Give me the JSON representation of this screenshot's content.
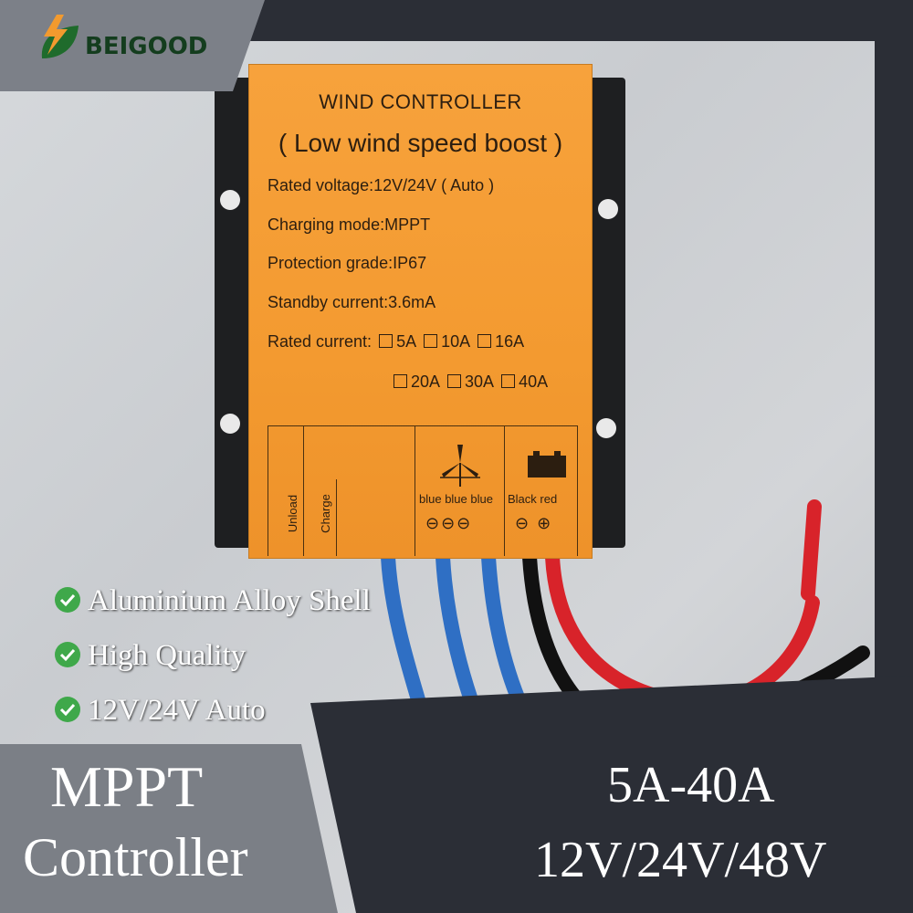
{
  "brand": {
    "name": "BEIGOOD",
    "logo_icon": "leaf-bolt-icon"
  },
  "device_label": {
    "title": "WIND CONTROLLER",
    "subtitle": "( Low wind speed boost )",
    "specs": [
      "Rated voltage:12V/24V ( Auto )",
      "Charging mode:MPPT",
      "Protection grade:IP67",
      "Standby current:3.6mA"
    ],
    "rated_current_label": "Rated current:",
    "current_options_row1": [
      "5A",
      "10A",
      "16A"
    ],
    "current_options_row2": [
      "20A",
      "30A",
      "40A"
    ],
    "terminals": {
      "unload": "Unload",
      "charge": "Charge",
      "wind_wires": "blue blue blue",
      "battery_wires": "Black  red",
      "wind_symbols": "⊖⊖⊖",
      "battery_symbols": "⊖ ⊕"
    }
  },
  "features": [
    "Aluminium Alloy Shell",
    "High Quality",
    "12V/24V Auto"
  ],
  "footer": {
    "left_line1": "MPPT",
    "left_line2": "Controller",
    "right_line1": "5A-40A",
    "right_line2": "12V/24V/48V"
  },
  "colors": {
    "label_orange": "#f39a30",
    "dark": "#2b2e36",
    "accent_green": "#3fa84a",
    "wire_blue": "#2f6fc4",
    "wire_red": "#d8232a"
  }
}
